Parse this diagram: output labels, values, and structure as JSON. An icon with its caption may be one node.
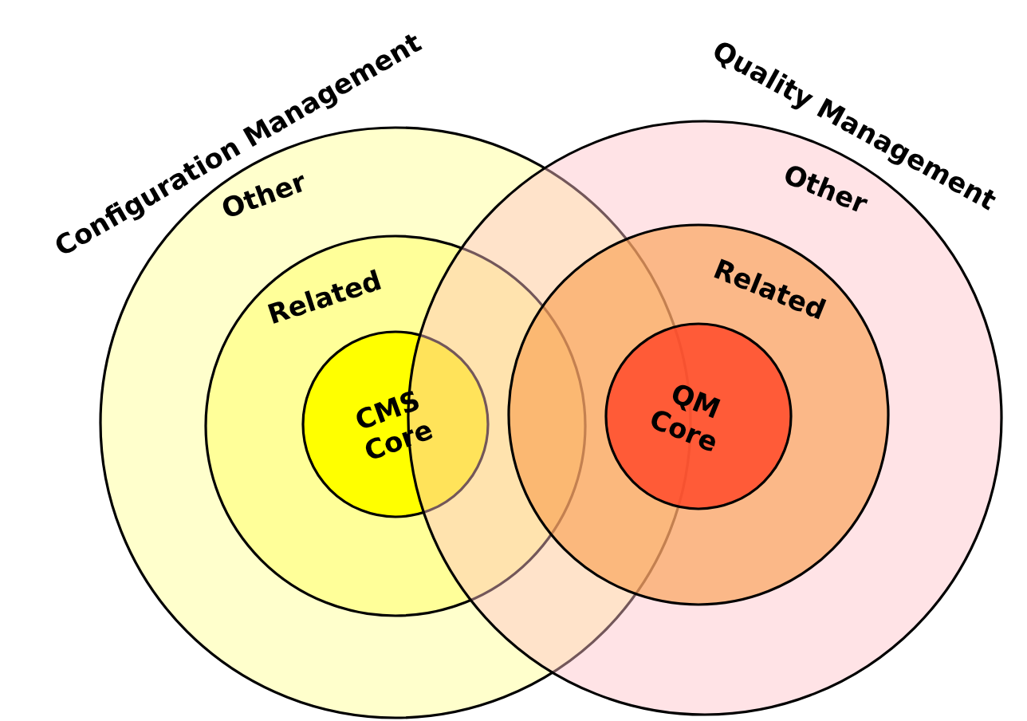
{
  "diagram": {
    "nodes": [
      {
        "text": [
          "Configuration Management",
          "Other"
        ]
      },
      {
        "text": [
          "Related"
        ],
        "in": 0
      },
      {
        "text": [
          "CMS Core"
        ],
        "in": 1
      },
      {
        "text": [
          "Quality Management",
          "Other"
        ]
      },
      {
        "text": [
          "Related"
        ],
        "in": 3
      },
      {
        "text": [
          "QM Core"
        ],
        "in": 4
      }
    ]
  }
}
